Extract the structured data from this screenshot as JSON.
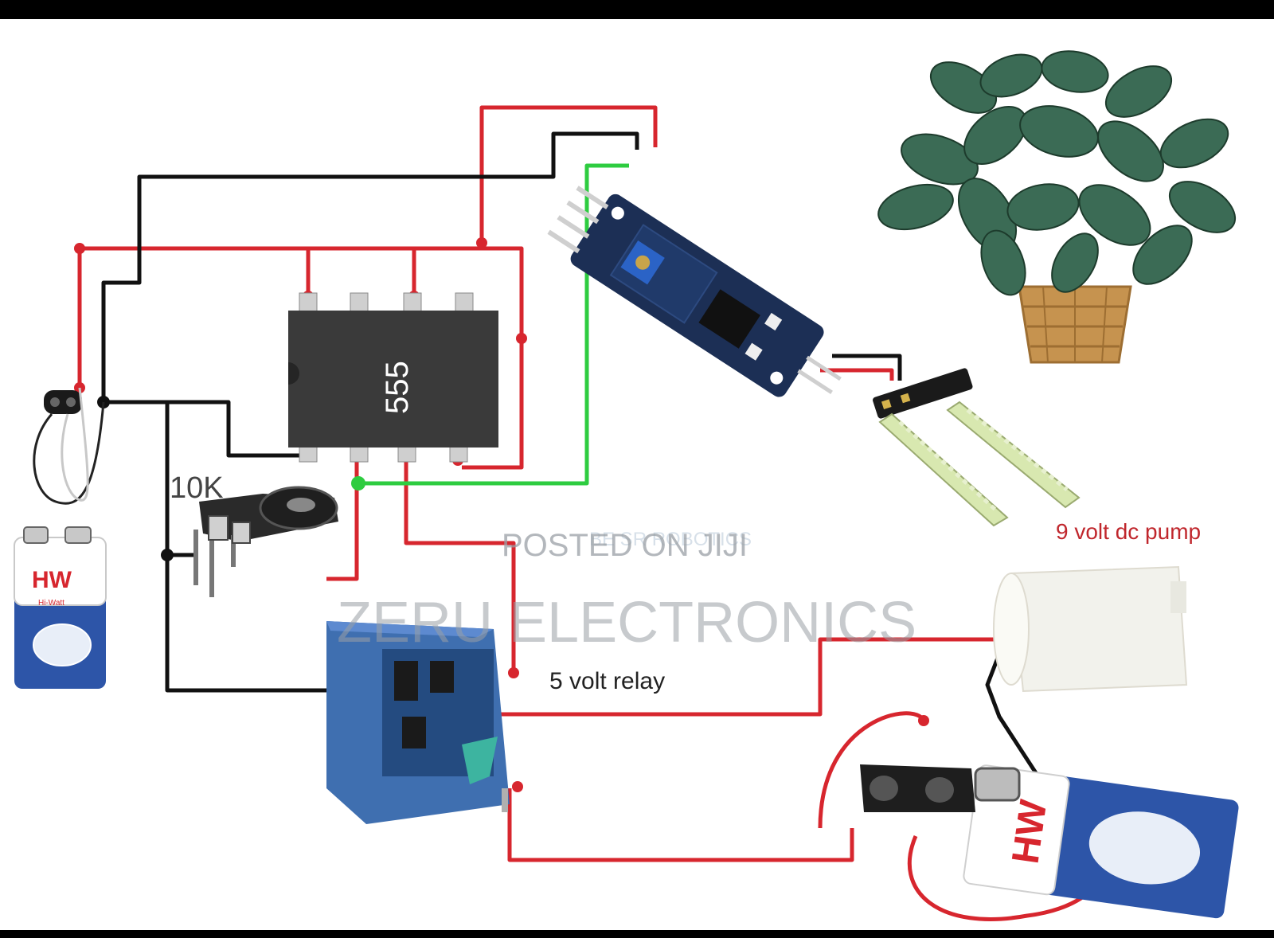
{
  "labels": {
    "ic": "555",
    "resistor": "10K",
    "pump": "9 volt dc pump",
    "relay": "5 volt relay"
  },
  "battery_brand": "HW",
  "battery_brand_sub": "Hi-Watt",
  "watermarks": {
    "jiji": "POSTED ON JIJI",
    "company": "ZERU ELECTRONICS",
    "faint": "BE SR ROBOTICS"
  },
  "colors": {
    "wire_positive": "#d7262e",
    "wire_ground": "#111111",
    "wire_signal": "#2ecc40",
    "ic_body": "#3a3a3a",
    "module_board": "#1c2f55",
    "relay_body": "#3f6fb0",
    "battery_blue": "#2d55a8"
  },
  "components": [
    "9v-battery-clip",
    "9v-battery",
    "555-timer-ic",
    "10k-potentiometer",
    "soil-moisture-module",
    "soil-moisture-probe",
    "potted-plant",
    "5v-relay",
    "9v-dc-pump",
    "9v-battery-pump"
  ]
}
